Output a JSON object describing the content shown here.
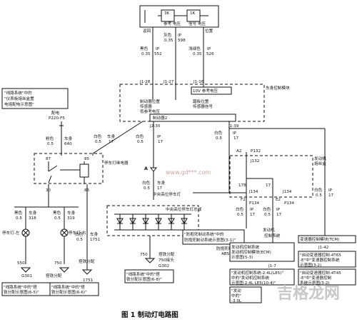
{
  "colors": {
    "line": "#111111",
    "background": "#ffffff",
    "watermark": "#c8c8c8"
  },
  "top_switch": {
    "resistor_left": "3K",
    "resistor_right": "1K",
    "label_left": "参考\n电压",
    "label_right": "信号\n电压",
    "pin_left": "返回",
    "pin_right": "位置"
  },
  "wires_top": [
    {
      "color": "黑色",
      "size": "0.35",
      "id": "IP",
      "num": "552"
    },
    {
      "color": "灰色",
      "size": "0.35",
      "id": "IP",
      "num": "598"
    },
    {
      "color": "浅绿色",
      "size": "0.35",
      "id": "IP",
      "num": "526"
    }
  ],
  "bcm": {
    "title": "车身控制模块",
    "pins_top": [
      "J1-28",
      "J1-27",
      "J1-16"
    ],
    "v_ref": "10V 参考电压",
    "low_ref": "制动器位置\n传感器\n低参考电压",
    "pos_signal": "踏板位置\n传感器信号",
    "brake_out": "制动器2",
    "pin_j230": "J2-30",
    "pin_j139": "J1-39"
  },
  "left_ref": {
    "note": "\"线路系统\"中的\n\"仪表板熔丝盒置\n电熔配电示意图\""
  },
  "fuse_ref": "配电\nP220-F5",
  "wire_left_top": {
    "color": "粉色",
    "size": "0.5",
    "id": "车身",
    "num": "640"
  },
  "wire_mid_upper": {
    "color": "白色",
    "size": "0.5",
    "id": "车身",
    "num": "17"
  },
  "wire_mid_a": {
    "color": "白色",
    "size": "0.5",
    "id": "IP",
    "num": "17"
  },
  "wire_right_upper": {
    "color": "白色",
    "size": "0.5",
    "id": "IP",
    "num": "17"
  },
  "relay": {
    "title": "停车灯继电器",
    "pin_87": "87",
    "pin_85": "85",
    "pin_30": "30",
    "pin_86": "86"
  },
  "wire_b": {
    "color": "白色",
    "size": "0.5",
    "id": "车身",
    "num": "17"
  },
  "center_lamp": {
    "a_label": "A",
    "title": "中央高位停车灯",
    "assembly": "中央高位停车灯总成"
  },
  "abs": {
    "ref": "\"防抱死制动系统\"中的\n\"防抱死制动系统示意图(3-1)\"",
    "module": "防抱死制动器\nABS模块"
  },
  "pcm_ref": {
    "a2": "A2",
    "p132": "P132",
    "j132": "J132",
    "title": "发动机\n熔丝盒",
    "f2": "F2",
    "e2": "E2",
    "j134": "J134",
    "p134": "P134",
    "n178": "178",
    "n17": "17"
  },
  "wire_f2": {
    "color": "白色",
    "size": "0.5",
    "id": "IP",
    "num": "17"
  },
  "wire_e2": {
    "color": "白色",
    "size": "0.5",
    "id": "IP",
    "num": "17"
  },
  "wire_tcm": {
    "color": "白色",
    "size": "0.5",
    "id": "IP",
    "num": "17"
  },
  "lamp_left": {
    "label": "停车灯-左",
    "wire_color": "黑色",
    "size": "0.5",
    "id": "车身",
    "num": "318",
    "ground": "550",
    "gnd_id": "G301"
  },
  "lamp_right": {
    "label": "停车灯-右",
    "wire_color": "黑色",
    "size": "0.5",
    "id": "车身",
    "num": "319",
    "ground": "750",
    "gnd_id": "G301"
  },
  "relay_ground": {
    "id": "1751",
    "wire": "黑色\n0.5",
    "title": "搭铁分配"
  },
  "wire_relay": {
    "color": "白色",
    "size": "0.5",
    "id": "车身",
    "num": "1751"
  },
  "ground_left_box": "\"线路系统\"中的\"搭\n铁分配示意图(6-5)\"",
  "ground_mid_box": "\"线路系统\"中的\"搭\n铁分配示意图(6-6)\"",
  "ground_relay_box": "\"线路系统\"中的\"搭\n铁分配示意图(6-6)\"",
  "center_ground": {
    "num": "750",
    "title": "搭铁分配\n750接头",
    "gnd": "G302",
    "box": "\"线路系统\"中的\"搭\n铁分配示意图(6-8)\""
  },
  "ecm": {
    "label": "发动机",
    "pin": "J1-7",
    "box": "发动机控制系统\n发动机控制模块(ECM)\n示意图(5-3)",
    "ref1": "\"发动机控制系统-2.4L(L85)\"\n中的\"发动机控制系统\n示意图-2.4L LE5(10-4)\"",
    "ref2": "\"发动\n中的\"\n-3.0L"
  },
  "tcm": {
    "box": "变速器控制模块(TCM)",
    "pin": "J1-42",
    "ref1": "\"自动变速器控制-4T65\n-E\"中\"变速器控制系统\n示意图(3-2)",
    "ref2": "\"自动变速器控制-4T45\n-E\"中\"变速器控制\n系统示意图(3-2)"
  },
  "watermark": {
    "text": "吉格龙网",
    "url": "www.gd***.com"
  },
  "caption": "图 1  制动灯电路图"
}
